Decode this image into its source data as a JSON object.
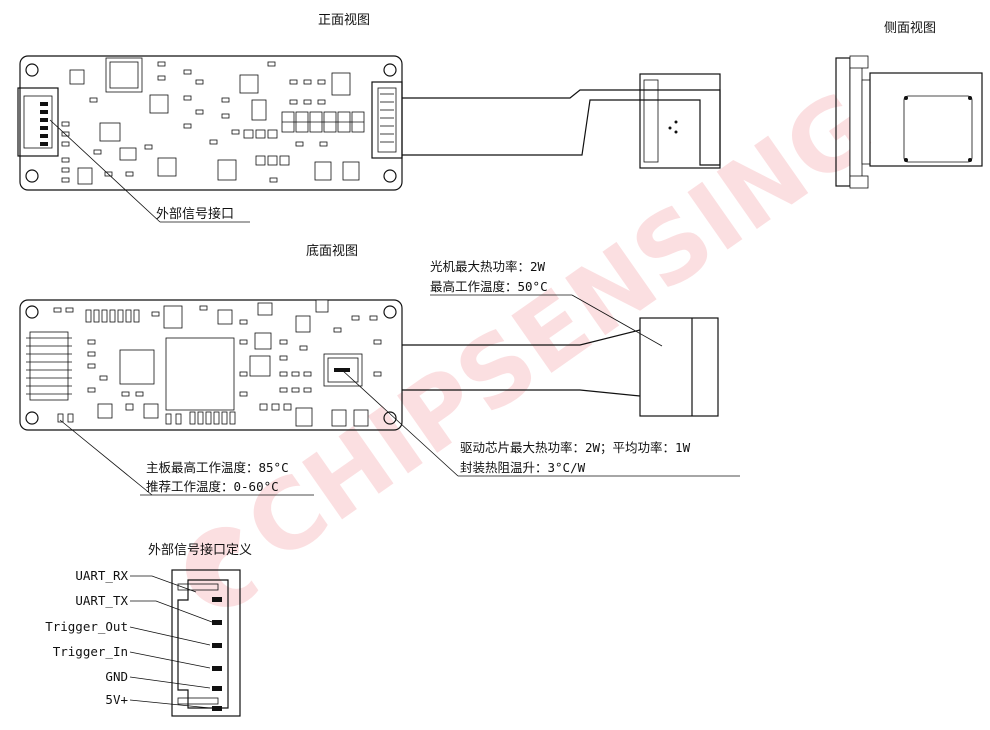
{
  "titles": {
    "front": "正面视图",
    "side": "侧面视图",
    "bottom": "底面视图",
    "connector": "外部信号接口定义"
  },
  "callouts": {
    "interface": "外部信号接口",
    "optics_line1": "光机最大热功率：2W",
    "optics_line2": "最高工作温度：50°C",
    "board_line1": "主板最高工作温度：85°C",
    "board_line2": "推荐工作温度：0-60°C",
    "driver_line1": "驱动芯片最大热功率：2W；平均功率：1W",
    "driver_line2": "封装热阻温升：3°C/W"
  },
  "pins": [
    "UART_RX",
    "UART_TX",
    "Trigger_Out",
    "Trigger_In",
    "GND",
    "5V+"
  ],
  "watermark": "CHIPSENSING",
  "colors": {
    "ink": "#111111",
    "watermark": "#e30613"
  }
}
